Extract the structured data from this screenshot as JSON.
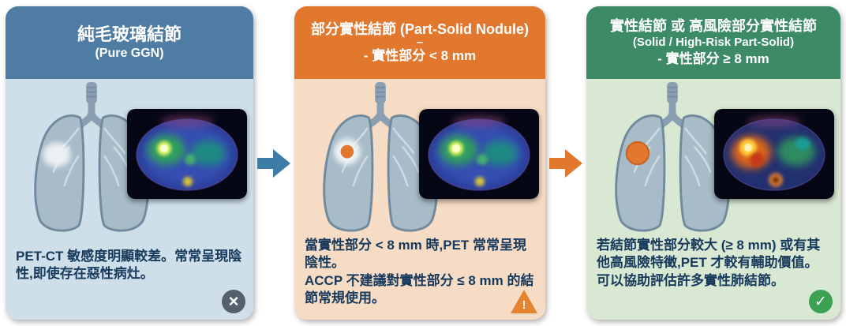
{
  "panels": [
    {
      "header": {
        "line1": "純毛玻璃結節",
        "line2": "(Pure GGN)",
        "line3": ""
      },
      "body": "PET-CT 敏感度明顯較差。常常呈現陰性,即使存在惡性病灶。",
      "status_icon": "cross-circle",
      "status_glyph": "×",
      "colors": {
        "header": "#4e7ca3",
        "body": "#cfdfe9",
        "status": "#54616d"
      }
    },
    {
      "header": {
        "line1": "部分實性結節 (Part-Solid Nodule)",
        "line2": "–",
        "line3": "- 實性部分 < 8 mm"
      },
      "body": "當實性部分 < 8 mm 時,PET 常常呈現陰性。\nACCP 不建議對實性部分 ≤ 8 mm 的結節常規使用。",
      "status_icon": "warning-triangle",
      "status_glyph": "!",
      "colors": {
        "header": "#e2772e",
        "body": "#f6dcc4",
        "status": "#e5832f"
      }
    },
    {
      "header": {
        "line1": "實性結節 或 高風險部分實性結節",
        "line2": "(Solid / High-Risk Part-Solid)",
        "line3": "- 實性部分 ≥ 8 mm"
      },
      "body": "若結節實性部分較大 (≥ 8 mm) 或有其他高風險特徵,PET 才較有輔助價值。可以協助評估許多實性肺結節。",
      "status_icon": "check-circle",
      "status_glyph": "✓",
      "colors": {
        "header": "#3d8a66",
        "body": "#d8e8d2",
        "status": "#3da153"
      }
    }
  ],
  "arrows": [
    {
      "icon": "right-arrow",
      "color": "#3e7ca8"
    },
    {
      "icon": "right-arrow",
      "color": "#e2772e"
    }
  ],
  "images": {
    "lungs": "lungs-illustration",
    "scan": "pet-ct-axial-scan"
  }
}
